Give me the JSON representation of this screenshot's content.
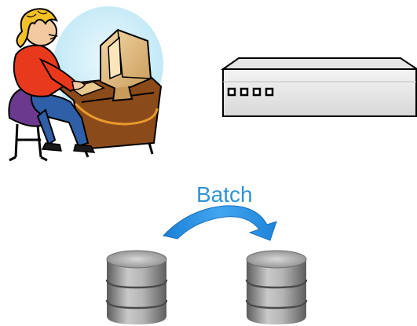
{
  "diagram": {
    "nodes": [
      {
        "id": "user",
        "icon": "person-at-computer-icon"
      },
      {
        "id": "network-device",
        "icon": "network-switch-icon"
      },
      {
        "id": "source-database",
        "icon": "database-icon"
      },
      {
        "id": "target-database",
        "icon": "database-icon"
      }
    ],
    "edges": [
      {
        "from": "source-database",
        "to": "target-database",
        "label": "Batch",
        "icon": "curved-arrow-icon"
      }
    ],
    "colors": {
      "batch_text": "#2f93d6",
      "arrow": "#2a8de0",
      "database_gray": "#8d8d8d",
      "shirt": "#e8391c",
      "hair": "#f3c028",
      "desk": "#8a4a1a",
      "chair": "#6b3a8e"
    }
  }
}
